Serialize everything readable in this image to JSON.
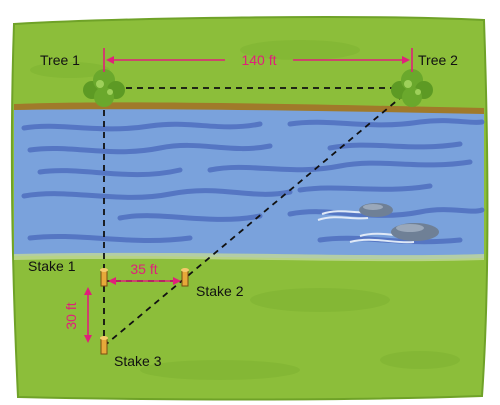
{
  "labels": {
    "tree1": "Tree 1",
    "tree2": "Tree 2",
    "stake1": "Stake 1",
    "stake2": "Stake 2",
    "stake3": "Stake 3"
  },
  "measurements": {
    "tree_distance": "140 ft",
    "stake_distance": "35 ft",
    "stake_depth": "30 ft"
  },
  "colors": {
    "grass": "#8cbe3a",
    "river": "#7aa2dc",
    "river_stripe": "#4f6fbf",
    "bank": "#a07a2a",
    "tree": "#6aa82c",
    "stake": "#e7a93a",
    "dimension": "#e0207a"
  }
}
